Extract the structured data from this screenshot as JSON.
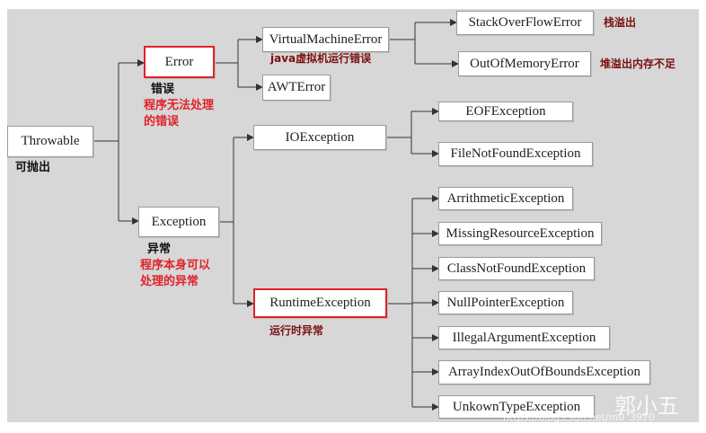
{
  "nodes": {
    "throwable": "Throwable",
    "error": "Error",
    "exception": "Exception",
    "virtual_machine_error": "VirtualMachineError",
    "awt_error": "AWTError",
    "stack_overflow_error": "StackOverFlowError",
    "out_of_memory_error": "OutOfMemoryError",
    "io_exception": "IOException",
    "eof_exception": "EOFException",
    "file_not_found_exception": "FileNotFoundException",
    "runtime_exception": "RuntimeException",
    "arithmetic_exception": "ArrithmeticException",
    "missing_resource_exception": "MissingResourceException",
    "class_not_found_exception": "ClassNotFoundException",
    "null_pointer_exception": "NullPointerException",
    "illegal_argument_exception": "IllegalArgumentException",
    "array_index_exception": "ArrayIndexOutOfBoundsException",
    "unknown_type_exception": "UnkownTypeException"
  },
  "annotations": {
    "throwable_note": "可抛出",
    "error_note": "错误",
    "error_desc_line1": "程序无法处理",
    "error_desc_line2": "的错误",
    "exception_note": "异常",
    "exception_desc_line1": "程序本身可以",
    "exception_desc_line2": "处理的异常",
    "runtime_note": "运行时异常",
    "vm_error_note": "java虚拟机运行错误",
    "stack_overflow_note": "栈溢出",
    "oom_note": "堆溢出内存不足"
  },
  "watermark": {
    "name": "郭小五",
    "url": "https://blog.csdn.net/m0_3970"
  },
  "colors": {
    "background": "#d7d7d7",
    "highlight": "#e0222b",
    "line": "#333333"
  }
}
